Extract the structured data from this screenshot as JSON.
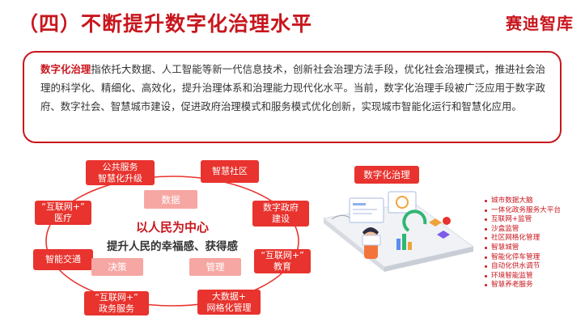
{
  "title": "（四）不断提升数字化治理水平",
  "brand": "赛迪智库",
  "intro": {
    "keyword": "数字化治理",
    "text": "指依托大数据、人工智能等新一代信息技术，创新社会治理方法手段，优化社会治理模式，推进社会治理的科学化、精细化、高效化，提升治理体系和治理能力现代化水平。当前，数字化治理手段被广泛应用于数字政府、数字社会、智慧城市建设，促进政府治理模式和服务模式优化创新，实现城市智能化运行和智慧化应用。"
  },
  "ring": {
    "nodes": [
      "公共服务\n智慧化升级",
      "智慧社区",
      "数字政府\n建设",
      "“互联网+”\n教育",
      "大数据+\n网格化管理",
      "“互联网+”\n政务服务",
      "智能交通",
      "“互联网+”\n医疗"
    ],
    "inner": [
      "数据",
      "决策",
      "管理"
    ],
    "center_title": "以人民为中心",
    "center_subtitle": "提升人民的幸福感、获得感"
  },
  "platform": {
    "label": "数字化治理"
  },
  "applications": [
    "城市数据大脑",
    "一体化政务服务大平台",
    "互联网+监管",
    "沙盒监管",
    "社区网格化管理",
    "智慧城管",
    "智能化停车管理",
    "自动化供水调节",
    "环境智能监管",
    "智慧养老服务"
  ],
  "colors": {
    "accent": "#c8161d",
    "node": "#e8332e",
    "inner": "#f6a7a3"
  }
}
